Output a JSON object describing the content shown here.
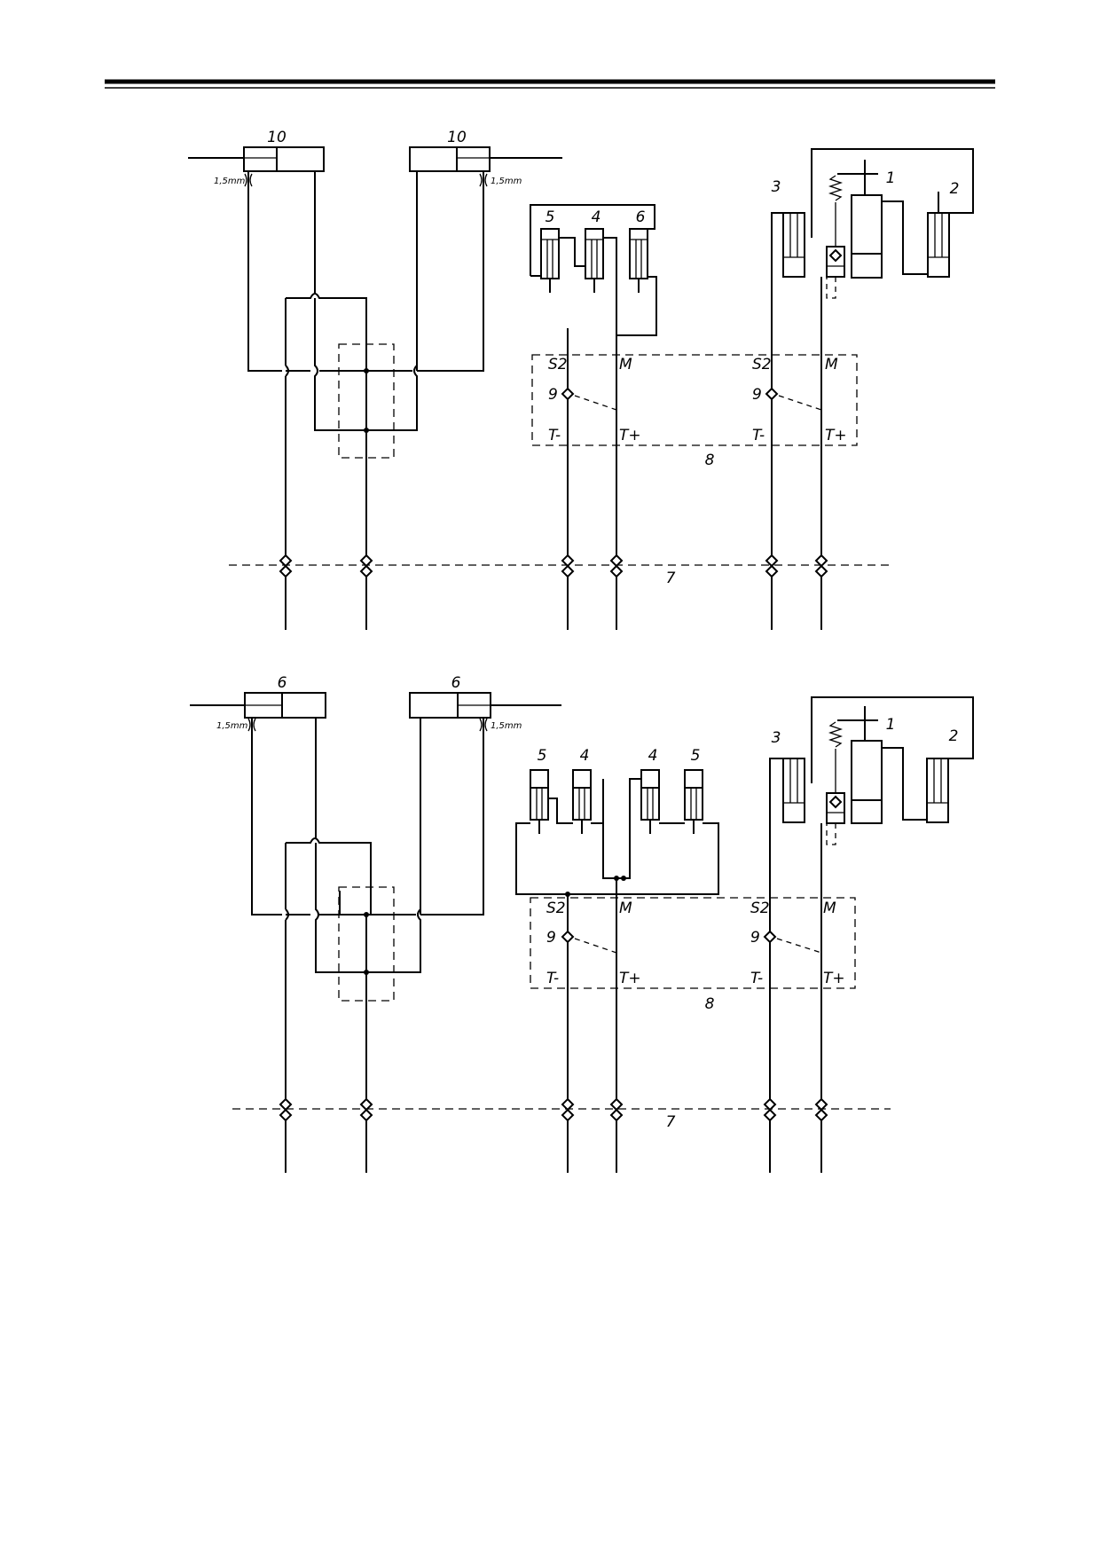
{
  "diagrams": [
    {
      "top_cylinder_label": "10",
      "orifice_label": "1,5mm",
      "center_labels": [
        "5",
        "4",
        "6"
      ],
      "right_labels": [
        "3",
        "1",
        "2"
      ],
      "panel_label": "8",
      "valve_label": "9",
      "pin_labels": {
        "s2": "S2",
        "m": "M",
        "tminus": "T-",
        "tplus": "T+"
      },
      "line_label": "7"
    },
    {
      "top_cylinder_label": "6",
      "orifice_label": "1,5mm",
      "center_labels": [
        "5",
        "4",
        "4",
        "5"
      ],
      "right_labels": [
        "3",
        "1",
        "2"
      ],
      "panel_label": "8",
      "valve_label": "9",
      "pin_labels": {
        "s2": "S2",
        "m": "M",
        "tminus": "T-",
        "tplus": "T+"
      },
      "line_label": "7"
    }
  ]
}
